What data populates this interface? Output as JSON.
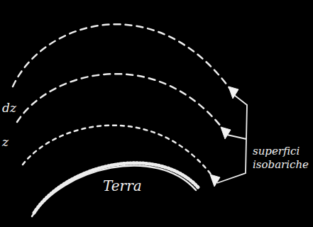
{
  "diagram": {
    "labels": [
      "dz",
      "z",
      "Terra",
      "superfici isobariche"
    ]
  }
}
